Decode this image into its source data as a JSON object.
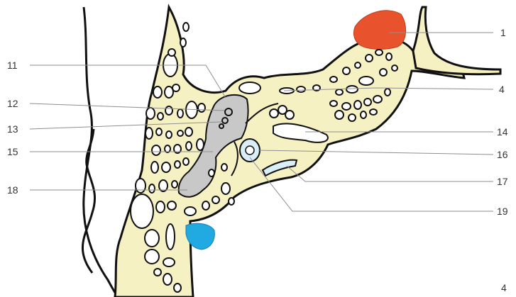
{
  "colors": {
    "bone": "#f6f1c2",
    "outline": "#111111",
    "air_cell": "#ffffff",
    "antrum": "#c8c8c8",
    "red_structure": "#e8532e",
    "blue_structure": "#21a9e1",
    "canal": "#d9eef6",
    "leader": "#8e8e8e"
  },
  "labels": {
    "left": [
      "11",
      "12",
      "13",
      "15",
      "18"
    ],
    "right": [
      "1",
      "4",
      "14",
      "16",
      "17",
      "19"
    ],
    "bottom_right": "4"
  }
}
